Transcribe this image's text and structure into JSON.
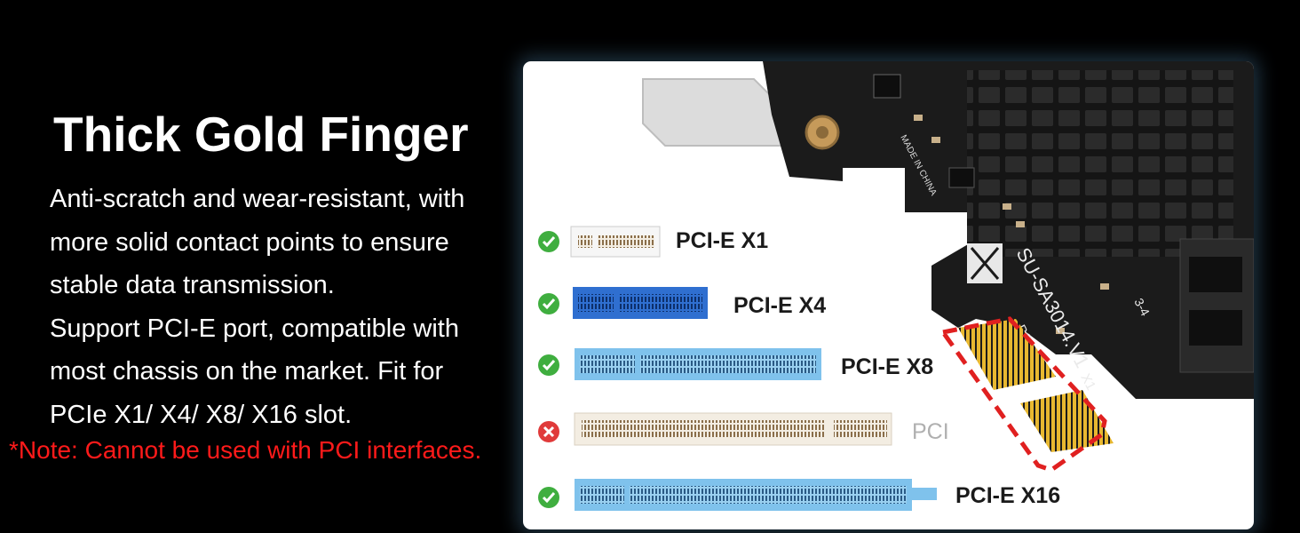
{
  "heading": "Thick Gold Finger",
  "description_lines": [
    "Anti-scratch and wear-resistant, with",
    "more solid contact points to ensure",
    "stable data transmission.",
    "Support PCI-E port, compatible with",
    "most chassis on the market. Fit for",
    "PCIe X1/ X4/ X8/ X16 slot."
  ],
  "note": "*Note: Cannot be used with PCI interfaces.",
  "slots": [
    {
      "label": "PCI-E X1",
      "compatible": true,
      "icon": "check-circle-icon"
    },
    {
      "label": "PCI-E X4",
      "compatible": true,
      "icon": "check-circle-icon"
    },
    {
      "label": "PCI-E X8",
      "compatible": true,
      "icon": "check-circle-icon"
    },
    {
      "label": "PCI",
      "compatible": false,
      "icon": "cross-circle-icon"
    },
    {
      "label": "PCI-E X16",
      "compatible": true,
      "icon": "check-circle-icon"
    }
  ],
  "board": {
    "model": "SU-SA3014.V1",
    "interface": "PCI-E",
    "lane": "X1",
    "port_range": "3-4",
    "origin": "MADE IN CHINA"
  },
  "colors": {
    "check_green": "#3fae3f",
    "cross_red": "#e03a3a",
    "note_red": "#ff1a1a",
    "highlight_dash": "#e02020",
    "gold": "#e8b830",
    "pcie_blue": "#2f6fd0",
    "pcie_light_blue": "#7fc2ec"
  }
}
